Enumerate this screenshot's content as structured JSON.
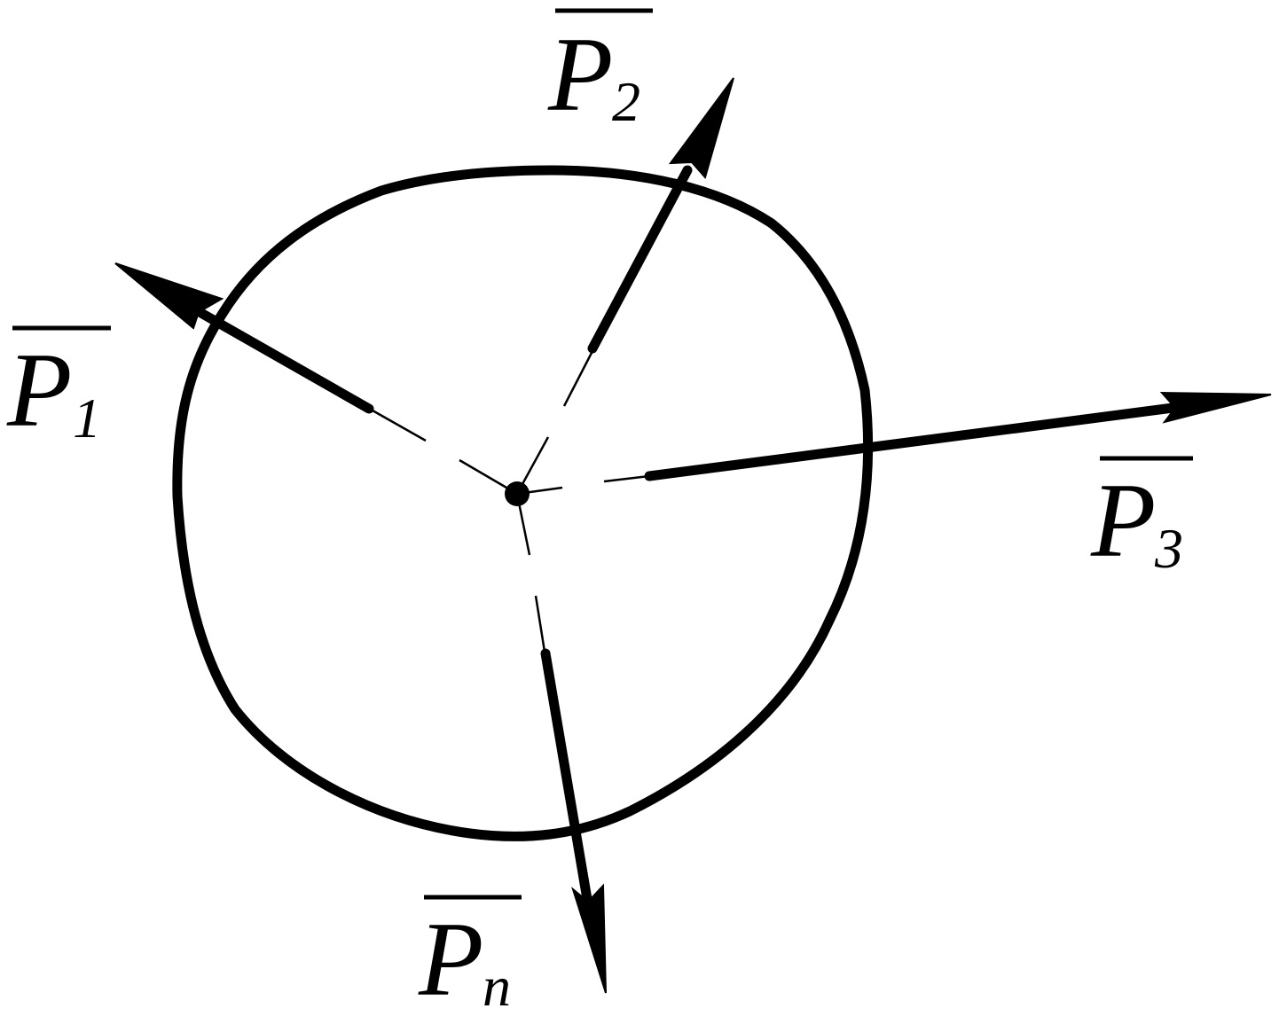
{
  "diagram": {
    "stroke_color": "#000000",
    "background_color": "#ffffff",
    "forces": [
      {
        "id": "p1",
        "letter": "P",
        "subscript": "1"
      },
      {
        "id": "p2",
        "letter": "P",
        "subscript": "2"
      },
      {
        "id": "p3",
        "letter": "P",
        "subscript": "3"
      },
      {
        "id": "pn",
        "letter": "P",
        "subscript": "n"
      }
    ]
  }
}
